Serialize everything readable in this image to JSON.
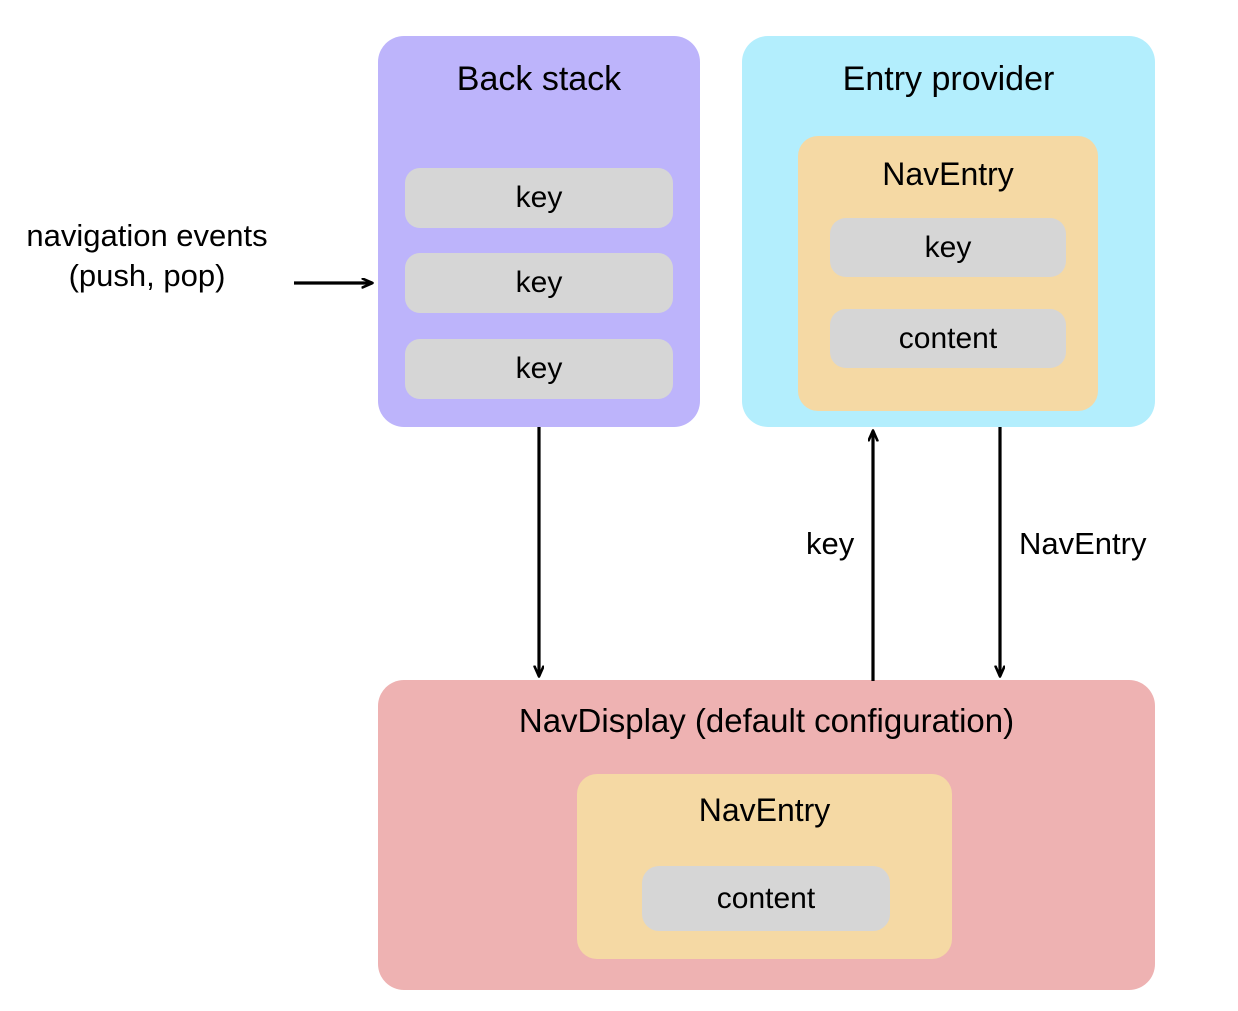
{
  "diagram": {
    "title_semantics": "Navigation 3 architecture overview",
    "background_color": "#ffffff",
    "colors": {
      "back_stack": "#bdb4fb",
      "entry_provider": "#b3eefd",
      "nav_entry": "#f5d9a4",
      "nav_display": "#eeb2b2",
      "pill": "#d6d6d6",
      "text": "#000000",
      "arrow": "#000000"
    }
  },
  "back_stack": {
    "title": "Back stack",
    "keys": [
      {
        "label": "key"
      },
      {
        "label": "key"
      },
      {
        "label": "key"
      }
    ]
  },
  "entry_provider": {
    "title": "Entry provider",
    "nav_entry": {
      "title": "NavEntry",
      "key_label": "key",
      "content_label": "content"
    }
  },
  "nav_display": {
    "title": "NavDisplay (default configuration)",
    "nav_entry": {
      "title": "NavEntry",
      "content_label": "content"
    }
  },
  "labels": {
    "navigation_events_line1": "navigation events",
    "navigation_events_line2": "(push, pop)",
    "edge_key": "key",
    "edge_nav_entry": "NavEntry"
  },
  "edges": [
    {
      "name": "navigation-events-to-back-stack",
      "from": "navigation events (push, pop)",
      "to": "Back stack",
      "label": "",
      "direction": "right"
    },
    {
      "name": "back-stack-to-nav-display",
      "from": "Back stack",
      "to": "NavDisplay (default configuration)",
      "label": "",
      "direction": "down"
    },
    {
      "name": "nav-display-to-entry-provider",
      "from": "NavDisplay (default configuration)",
      "to": "Entry provider",
      "label": "key",
      "direction": "up"
    },
    {
      "name": "entry-provider-to-nav-display",
      "from": "Entry provider",
      "to": "NavDisplay (default configuration)",
      "label": "NavEntry",
      "direction": "down"
    }
  ]
}
